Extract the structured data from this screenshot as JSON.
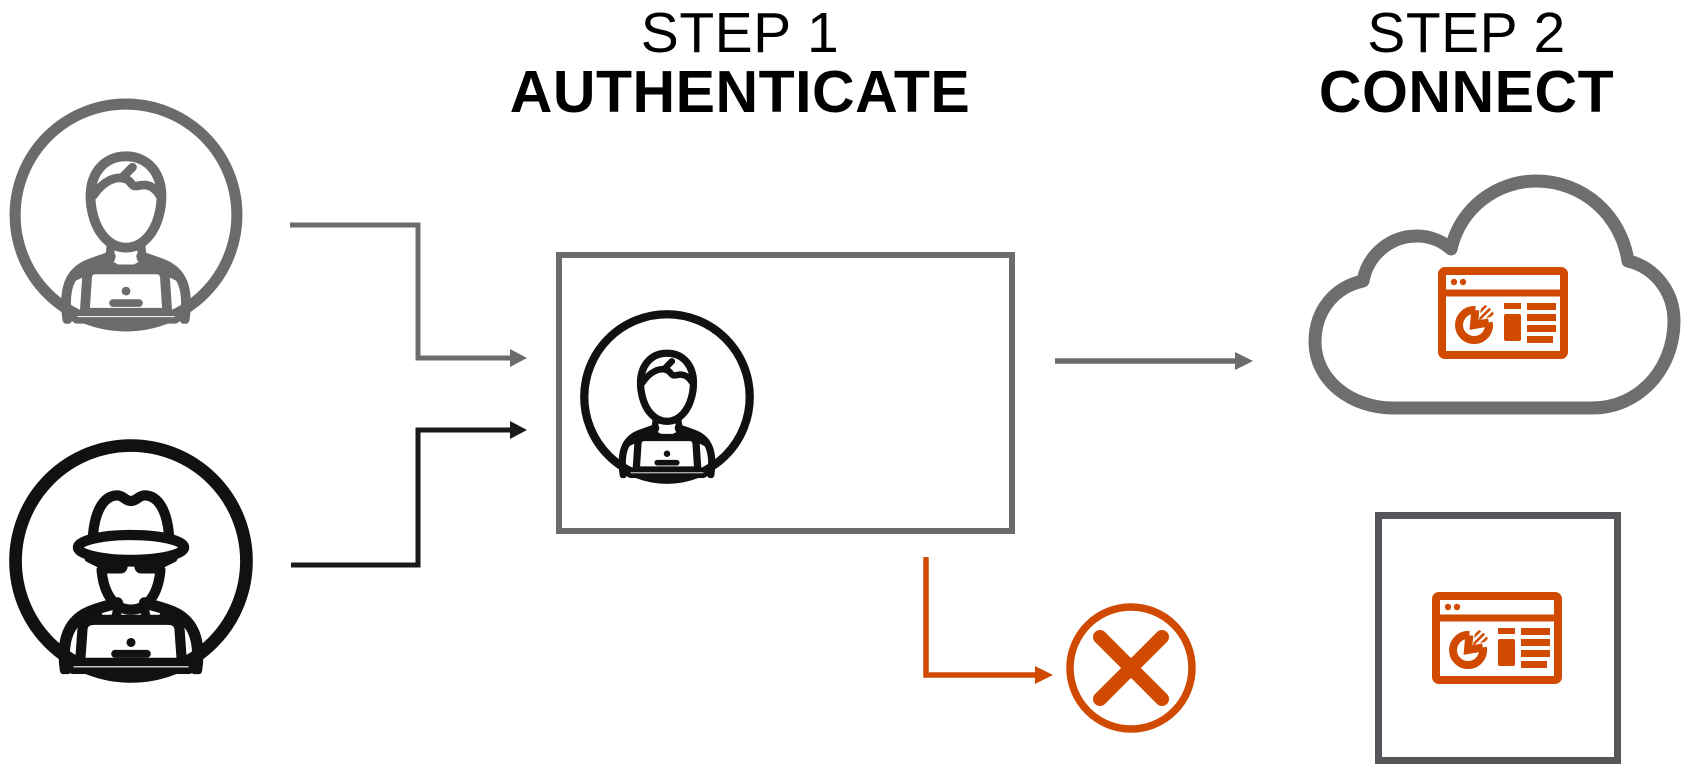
{
  "titles": {
    "step1": {
      "step": "STEP 1",
      "action": "AUTHENTICATE"
    },
    "step2": {
      "step": "STEP 2",
      "action": "CONNECT"
    }
  },
  "colors": {
    "orange": "#D04A02",
    "gray": "#6B6B6B",
    "cloud_gray": "#6E6E6E",
    "square_border_gray": "#55565A",
    "black": "#111111"
  },
  "icons": {
    "left_top": "user-at-laptop-icon",
    "left_bottom": "hacker-at-laptop-icon",
    "authenticate_box": "user-at-laptop-icon",
    "credential_rows": "dashed-credential-lines",
    "cloud": "cloud-icon",
    "cloud_app": "app-window-icon",
    "app_square": "app-window-icon",
    "denied": "x-circle-icon"
  }
}
